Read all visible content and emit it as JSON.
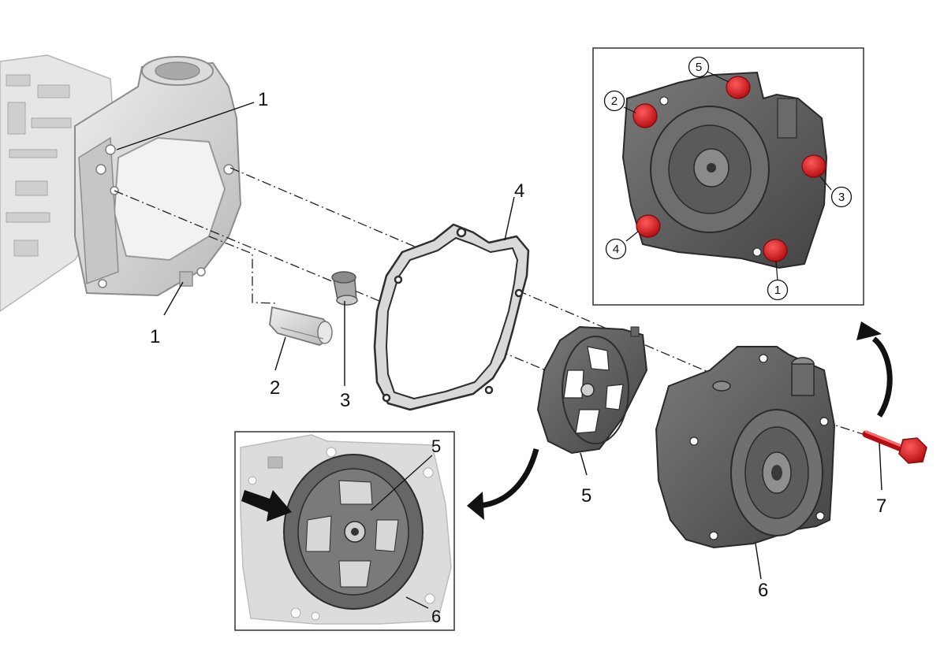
{
  "callouts": {
    "c1_top": "1",
    "c1_bottom": "1",
    "c2": "2",
    "c3": "3",
    "c4": "4",
    "c5": "5",
    "c6": "6",
    "c7": "7"
  },
  "inset_top_right": {
    "bolt_labels": [
      "5",
      "2",
      "3",
      "4",
      "1"
    ],
    "bolt_color": "#e0161e"
  },
  "inset_bottom_left": {
    "label_5": "5",
    "label_6": "6"
  },
  "colors": {
    "housing": "#d4d4d4",
    "part_dark": "#5a5a5a",
    "bolt": "#e0161e",
    "line": "#222222"
  }
}
